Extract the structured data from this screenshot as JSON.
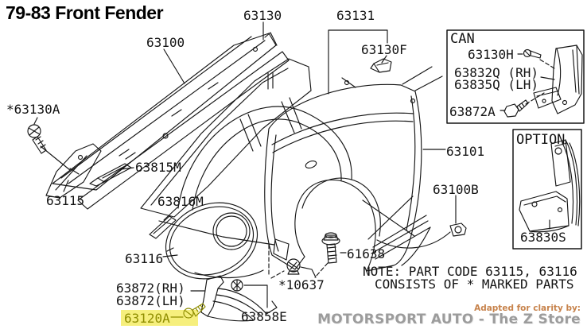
{
  "title": "79-83 Front Fender",
  "labels": {
    "l63130": "63130",
    "l63131": "63131",
    "l63100": "63100",
    "l63130f": "63130F",
    "l63130a": "*63130A",
    "l63815m": "63815M",
    "l63115": "63115",
    "l63816m": "63816M",
    "l63101": "63101",
    "l63100b": "63100B",
    "l63116": "63116",
    "l61638": "61638",
    "l10637": "*10637",
    "l63872rh": "63872(RH)",
    "l63872lh": "63872(LH)",
    "l63858e": "63858E",
    "l63120a": "63120A",
    "l63830s": "63830S"
  },
  "can_box": {
    "title": "CAN",
    "item_63130h": "63130H",
    "item_63832q": "63832Q (RH)",
    "item_63835q": "63835Q (LH)",
    "item_63872a": "63872A"
  },
  "option_box": {
    "title": "OPTION"
  },
  "note": {
    "line1": "NOTE: PART CODE 63115, 63116",
    "line2": "CONSISTS OF * MARKED PARTS"
  },
  "branding": {
    "adapted": "Adapted for clarity by:",
    "store": "MOTORSPORT AUTO - The Z Store"
  },
  "fasteners": [
    {
      "part": "*63130A",
      "type": "screw"
    },
    {
      "part": "63130F",
      "type": "clip"
    },
    {
      "part": "63130H",
      "type": "screw"
    },
    {
      "part": "63872A",
      "type": "bolt"
    },
    {
      "part": "63100B",
      "type": "clip"
    },
    {
      "part": "61638",
      "type": "bolt"
    },
    {
      "part": "*10637",
      "type": "grommet"
    },
    {
      "part": "63858E",
      "type": "clip"
    },
    {
      "part": "63120A",
      "type": "screw"
    }
  ],
  "colors": {
    "line": "#161616",
    "highlight_bg": "#f6ef7d",
    "highlight_fg": "#8f8d00",
    "adapted_fg": "#c7834c",
    "store_fg": "#9c9c9c"
  }
}
